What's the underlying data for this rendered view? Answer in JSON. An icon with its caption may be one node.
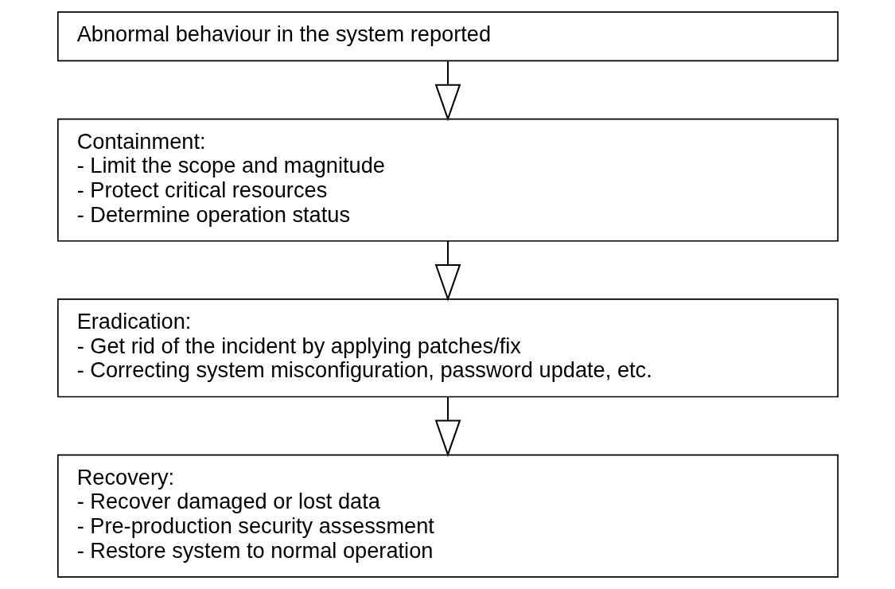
{
  "diagram": {
    "nodes": [
      {
        "text": [
          "Abnormal behaviour in the system reported"
        ]
      },
      {
        "text": [
          "Containment:",
          "- Limit the scope and magnitude",
          "- Protect critical resources",
          "- Determine operation status"
        ]
      },
      {
        "text": [
          "Eradication:",
          "- Get rid of the incident by applying patches/fix",
          "- Correcting system misconfiguration, password update, etc."
        ]
      },
      {
        "text": [
          "Recovery:",
          "- Recover damaged or lost data",
          "- Pre-production security assessment",
          "- Restore system to normal operation"
        ]
      }
    ],
    "edges": [
      {
        "from": 0,
        "to": 1,
        "arrow": "to"
      },
      {
        "from": 1,
        "to": 2,
        "arrow": "to"
      },
      {
        "from": 2,
        "to": 3,
        "arrow": "to"
      }
    ]
  }
}
